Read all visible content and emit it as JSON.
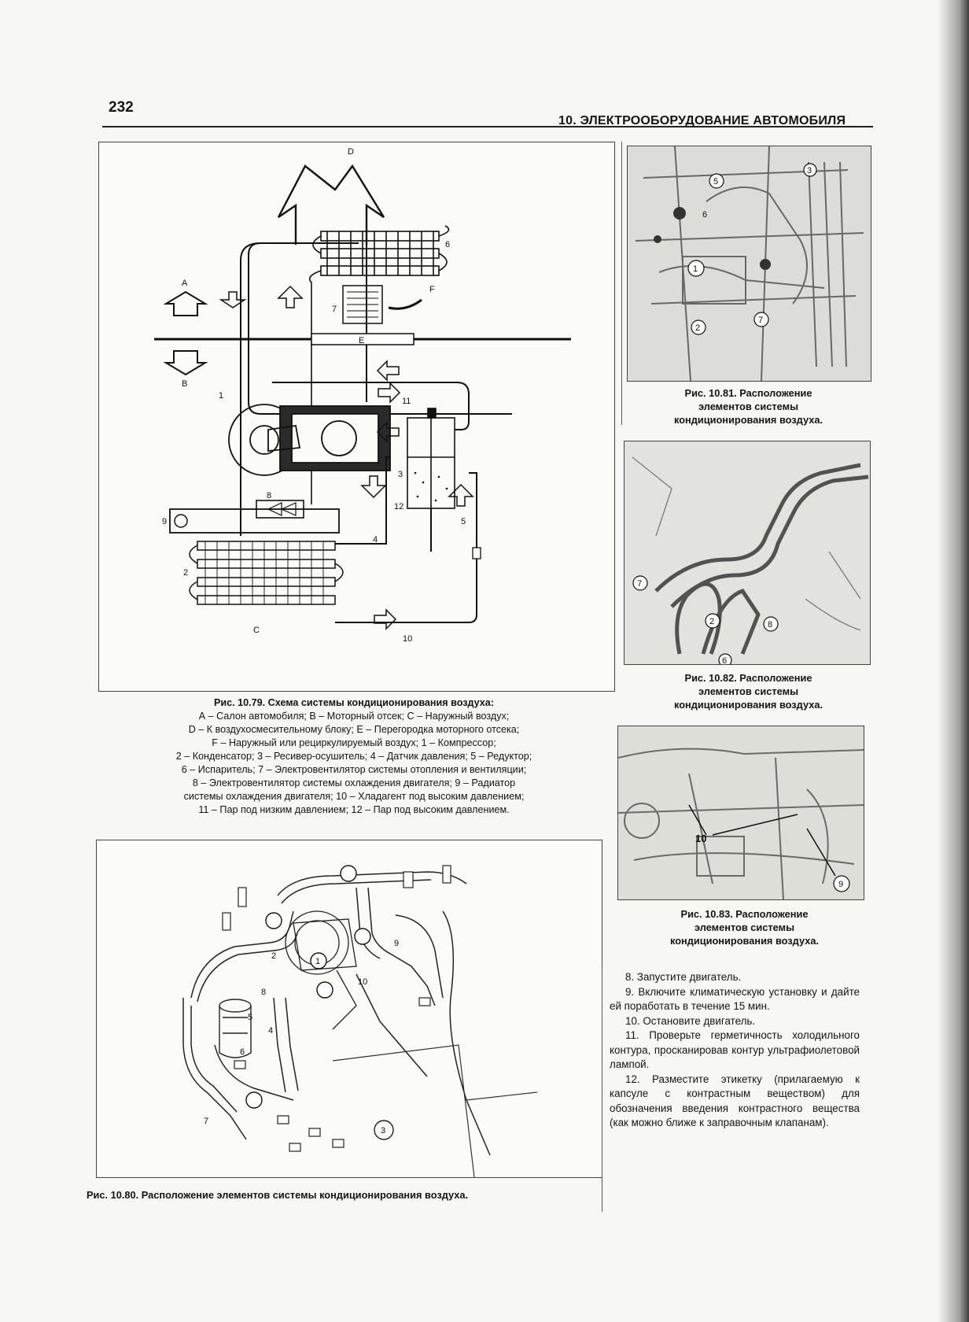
{
  "header": {
    "page_number": "232",
    "section_title": "10. ЭЛЕКТРООБОРУДОВАНИЕ АВТОМОБИЛЯ"
  },
  "figure_79": {
    "caption_title": "Рис. 10.79. Схема системы кондиционирования воздуха:",
    "caption_lines": [
      "А – Салон автомобиля; В – Моторный отсек; С – Наружный воздух;",
      "D – К воздухосмесительному блоку; Е – Перегородка моторного отсека;",
      "F – Наружный или рециркулируемый воздух; 1 – Компрессор;",
      "2 – Конденсатор; 3 – Ресивер-осушитель; 4 – Датчик давления; 5 – Редуктор;",
      "6 – Испаритель; 7 – Электровентилятор системы отопления и вентиляции;",
      "8 – Электровентилятор системы охлаждения двигателя; 9 – Радиатор",
      "системы охлаждения двигателя; 10 – Хладагент под высоким давлением;",
      "11 – Пар под низким давлением; 12 – Пар под высоким давлением."
    ],
    "labels": {
      "A": "A",
      "B": "B",
      "C": "C",
      "D": "D",
      "E": "E",
      "F": "F",
      "n1": "1",
      "n2": "2",
      "n3": "3",
      "n4": "4",
      "n5": "5",
      "n6": "6",
      "n7": "7",
      "n8": "8",
      "n9": "9",
      "n10": "10",
      "n11": "11",
      "n12": "12"
    }
  },
  "figure_80": {
    "caption": "Рис. 10.80. Расположение элементов системы кондиционирования воздуха.",
    "labels": [
      "1",
      "2",
      "3",
      "4",
      "5",
      "6",
      "7",
      "8",
      "9",
      "10"
    ]
  },
  "figure_81": {
    "caption_lines": [
      "Рис. 10.81. Расположение",
      "элементов системы",
      "кондиционирования воздуха."
    ],
    "labels": [
      "1",
      "2",
      "3",
      "5",
      "6",
      "7"
    ]
  },
  "figure_82": {
    "caption_lines": [
      "Рис. 10.82. Расположение",
      "элементов системы",
      "кондиционирования воздуха."
    ],
    "labels": [
      "2",
      "6",
      "7",
      "8"
    ]
  },
  "figure_83": {
    "caption_lines": [
      "Рис. 10.83. Расположение",
      "элементов системы",
      "кондиционирования воздуха."
    ],
    "labels": [
      "9",
      "10"
    ]
  },
  "instructions": [
    "8. Запустите двигатель.",
    "9. Включите климатическую установку и дайте ей поработать в течение 15 мин.",
    "10. Остановите двигатель.",
    "11. Проверьте герметичность холодильного контура, просканировав контур ультрафиолетовой лампой.",
    "12. Разместите этикетку (прилагаемую к капсуле с контрастным веществом) для обозначения введения контрастного вещества (как можно ближе к заправочным клапанам)."
  ]
}
